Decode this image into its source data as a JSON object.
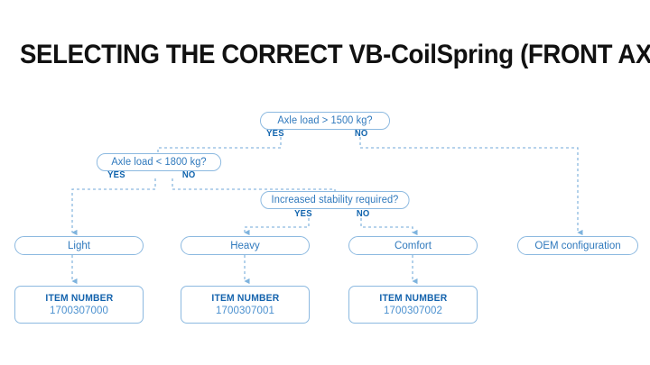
{
  "page": {
    "title": "SELECTING THE CORRECT VB-CoilSpring (FRONT AXLE)",
    "background_color": "#ffffff",
    "title_color": "#111111"
  },
  "palette": {
    "line": "#8cb9e0",
    "node_border": "#8cb9e0",
    "node_text": "#2f79bd",
    "label_text": "#0f63ad",
    "item_label_text": "#1463ad",
    "item_value_text": "#4a90cf"
  },
  "flowchart": {
    "decisions": [
      {
        "id": "axle-load-1500",
        "question": "Axle load > 1500 kg?",
        "yes_label": "YES",
        "no_label": "NO"
      },
      {
        "id": "axle-load-1800",
        "question": "Axle load < 1800 kg?",
        "yes_label": "YES",
        "no_label": "NO"
      },
      {
        "id": "increased-stability",
        "question": "Increased stability required?",
        "yes_label": "YES",
        "no_label": "NO"
      }
    ],
    "results": [
      {
        "id": "light",
        "label": "Light"
      },
      {
        "id": "heavy",
        "label": "Heavy"
      },
      {
        "id": "comfort",
        "label": "Comfort"
      },
      {
        "id": "oem",
        "label": "OEM configuration"
      }
    ],
    "item_numbers": [
      {
        "id": "item-light",
        "label": "ITEM NUMBER",
        "value": "1700307000"
      },
      {
        "id": "item-heavy",
        "label": "ITEM NUMBER",
        "value": "1700307001"
      },
      {
        "id": "item-comfort",
        "label": "ITEM NUMBER",
        "value": "1700307002"
      }
    ]
  }
}
